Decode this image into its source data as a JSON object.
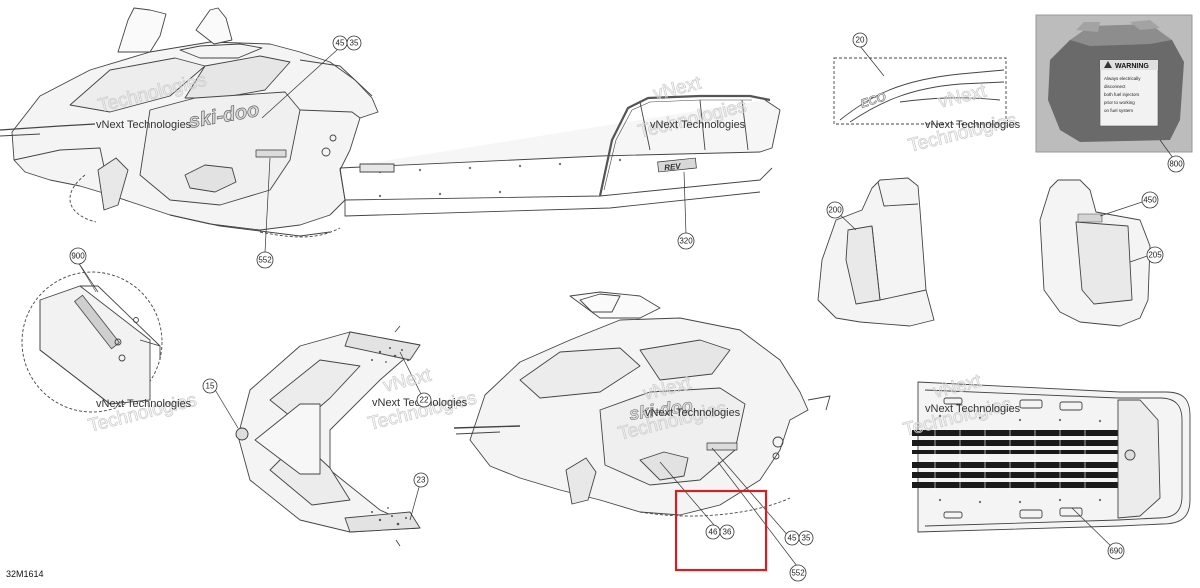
{
  "drawing_id": "32M1614",
  "watermark": {
    "line1": "vNext Technologies",
    "ghost1": "vNext",
    "ghost2": "Technologies"
  },
  "callouts": [
    {
      "key": "c45a",
      "label": "45"
    },
    {
      "key": "c35a",
      "label": "35"
    },
    {
      "key": "c552a",
      "label": "552"
    },
    {
      "key": "c320",
      "label": "320"
    },
    {
      "key": "c900",
      "label": "900"
    },
    {
      "key": "c15",
      "label": "15"
    },
    {
      "key": "c22",
      "label": "22"
    },
    {
      "key": "c23",
      "label": "23"
    },
    {
      "key": "c46",
      "label": "46"
    },
    {
      "key": "c36",
      "label": "36"
    },
    {
      "key": "c45b",
      "label": "45"
    },
    {
      "key": "c35b",
      "label": "35"
    },
    {
      "key": "c552b",
      "label": "552"
    },
    {
      "key": "c20",
      "label": "20"
    },
    {
      "key": "c800",
      "label": "800"
    },
    {
      "key": "c200",
      "label": "200"
    },
    {
      "key": "c450",
      "label": "450"
    },
    {
      "key": "c205",
      "label": "205"
    },
    {
      "key": "c690",
      "label": "690"
    }
  ],
  "photo_label": {
    "title": "WARNING",
    "body": [
      "Always electrically",
      "disconnect",
      "both fuel injectors",
      "prior to working",
      "on fuel system"
    ]
  },
  "brand_marks": {
    "side_logo": "ski-doo",
    "tunnel_badge": "REV",
    "panel_text": "ECO"
  },
  "highlight_color": "#d32027"
}
